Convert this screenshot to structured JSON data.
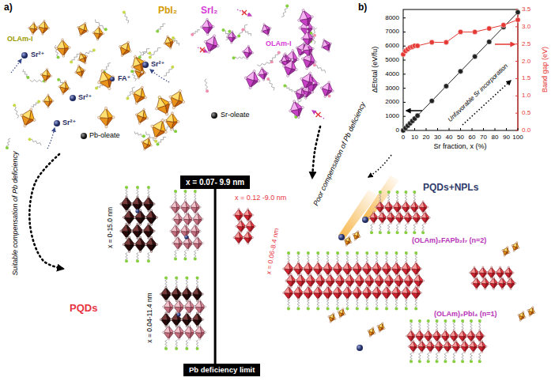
{
  "diagram": {
    "nodes": [
      {
        "text": [
          "PbI₂"
        ]
      },
      {
        "text": [
          "SrI₂"
        ]
      },
      {
        "text": [
          "PQDs"
        ]
      },
      {
        "text": [
          "PQDs+NPLs"
        ]
      },
      {
        "text": [
          "x = 0.07- 9.9 nm"
        ]
      },
      {
        "text": [
          "Pb deficiency limit"
        ]
      }
    ],
    "edges": [
      {
        "from": 0,
        "to": 2,
        "arrow": "to",
        "label": "Suitable compensation of Pb deficiency"
      },
      {
        "from": 1,
        "to": 3,
        "arrow": "to",
        "label": "Poor compensation of Pb deficiency"
      },
      {
        "from": 4,
        "to": 5,
        "arrow": "none"
      }
    ],
    "labels": [
      "a)",
      "OLAm-I",
      "Sr²⁺",
      "Sr²⁺",
      "FA⁺",
      "Sr²⁺",
      "Sr²⁺",
      "Pb-oleate",
      "OLAm-I",
      "Sr-oleate",
      "x = 0-15.0 nm",
      "x = 0.04-11.4 nm",
      "x = 0.12 -9.0 nm",
      "x = 0.06-8.4 nm",
      "(OLAm)₂FAPb₂I₇ (n=2)",
      "(OLAm)₂PbI₄ (n=1)",
      "b)",
      "ΔEtotal (eV/fu)",
      "Band gap (eV)",
      "Sr fraction, x (%)",
      "Unfavorable Sr incorporation",
      "0",
      "1000",
      "2000",
      "3000",
      "4000",
      "5000",
      "6000",
      "7000",
      "8000",
      "0.0",
      "0.5",
      "1.0",
      "1.5",
      "2.0",
      "2.5",
      "3.0",
      "3.5",
      "0",
      "10",
      "20",
      "30",
      "40",
      "50",
      "60",
      "70",
      "80",
      "90",
      "100"
    ]
  }
}
